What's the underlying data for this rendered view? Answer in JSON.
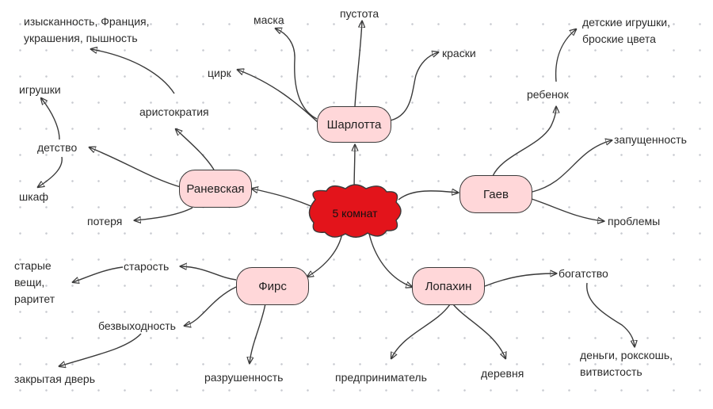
{
  "center": {
    "label": "5 комнат",
    "color": "#e3141b"
  },
  "nodes": {
    "sharlotta": "Шарлотта",
    "ranevskaya": "Раневская",
    "gaev": "Гаев",
    "firs": "Фирс",
    "lopakhin": "Лопахин"
  },
  "labels": {
    "pustota": "пустота",
    "maska": "маска",
    "kraski": "краски",
    "tsirk": "цирк",
    "izysk_1": "изысканность, Франция,",
    "izysk_2": "украшения, пышность",
    "aristokratiya": "аристократия",
    "igrushki": "игрушки",
    "detstvo": "детство",
    "shkaf": "шкаф",
    "poterya": "потеря",
    "detskie_1": "детские игрушки,",
    "detskie_2": "броские цвета",
    "rebenok": "ребенок",
    "zapushchennost": "запущенность",
    "problemy": "проблемы",
    "starost": "старость",
    "starye_1": "старые",
    "starye_2": "вещи,",
    "starye_3": "раритет",
    "bezvykhodnost": "безвыходность",
    "zakrytaya": "закрытая дверь",
    "razrushennost": "разрушенность",
    "predprinimatel": "предприниматель",
    "derevnya": "деревня",
    "bogatstvo": "богатство",
    "dengi_1": "деньги, рокскошь,",
    "dengi_2": "витвистость"
  },
  "colors": {
    "node_fill": "#ffd7d9",
    "stroke": "#3a3a3a"
  }
}
